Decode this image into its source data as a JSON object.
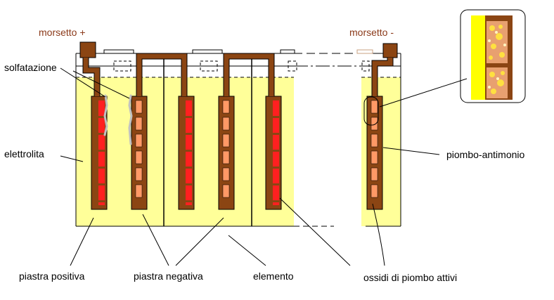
{
  "labels": {
    "terminal_positive": "morsetto +",
    "terminal_negative": "morsetto -",
    "sulfation": "solfatazione",
    "electrolyte": "elettrolita",
    "lead_antimony": "piombo-antimonio",
    "positive_plate": "piastra positiva",
    "negative_plate": "piastra negativa",
    "element": "elemento",
    "active_lead_oxides": "ossidi di piombo attivi"
  },
  "colors": {
    "electrolyte": "#ffff99",
    "grid": "#8b4513",
    "positive_active": "#ff2020",
    "negative_active": "#ff9966",
    "sulfation": "#c0c0c0",
    "label_brown": "#8b3a1a",
    "zoom_yellow": "#ffff00"
  }
}
